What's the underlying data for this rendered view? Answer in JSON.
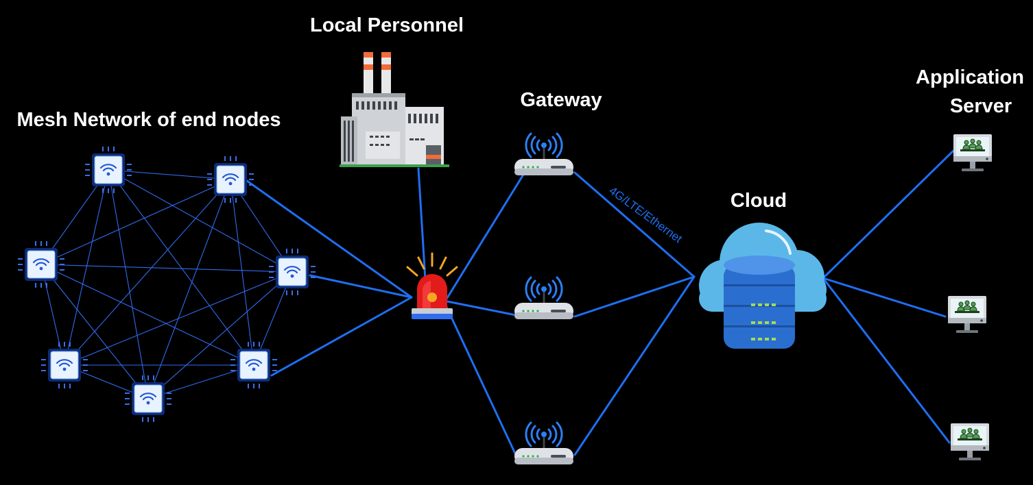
{
  "labels": {
    "mesh": "Mesh Network of end nodes",
    "local": "Local Personnel",
    "gateway": "Gateway",
    "cloud": "Cloud",
    "app_line1": "Application",
    "app_line2": "Server"
  },
  "link_label": "4G/LTE/Ethernet",
  "colors": {
    "background": "#000000",
    "link": "#1e6ff2",
    "mesh_link": "#2f6cf0",
    "label": "#ffffff",
    "cloud": "#5bb7e8",
    "alarm": "#e31b1b"
  },
  "icons": {
    "end_node": "wifi-chip-icon",
    "factory": "factory-icon",
    "alarm": "siren-icon",
    "gateway": "router-icon",
    "cloud": "cloud-database-icon",
    "server": "monitor-users-icon"
  }
}
